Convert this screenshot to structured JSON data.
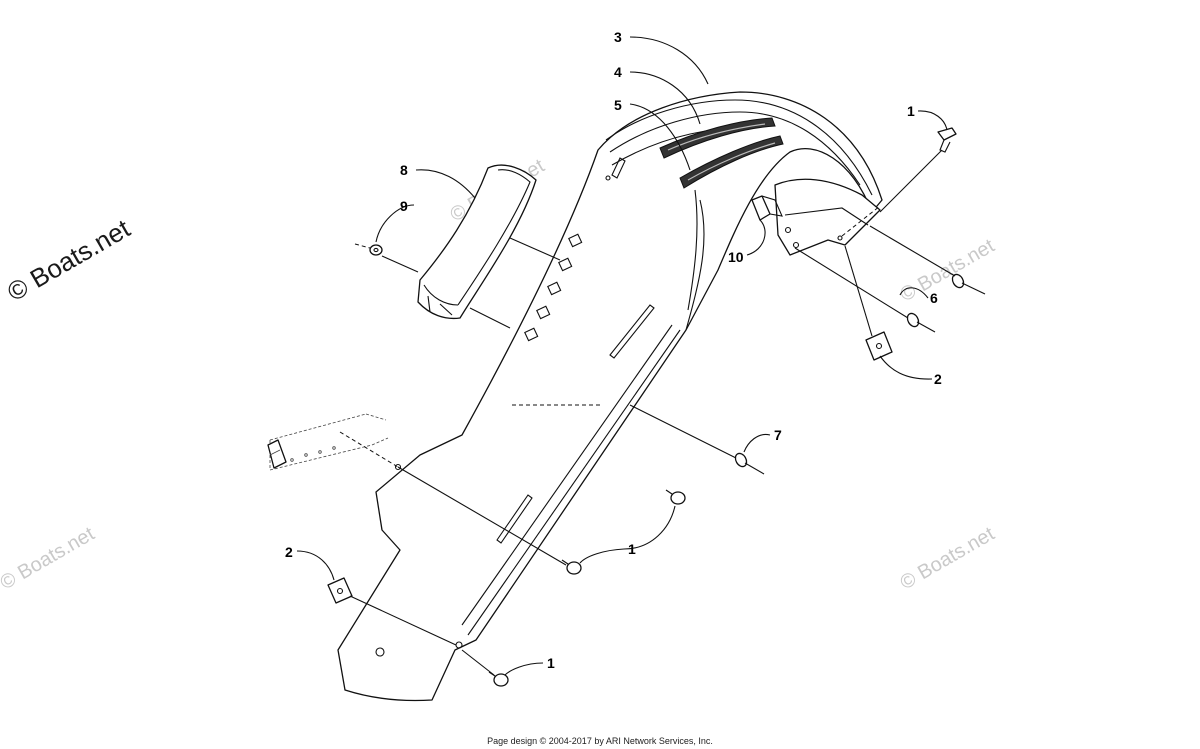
{
  "watermark": {
    "main_text": "© Boats.net",
    "tile_text": "© Boats.net"
  },
  "callouts": [
    {
      "id": "c3",
      "label": "3"
    },
    {
      "id": "c4",
      "label": "4"
    },
    {
      "id": "c5",
      "label": "5"
    },
    {
      "id": "c8",
      "label": "8"
    },
    {
      "id": "c9",
      "label": "9"
    },
    {
      "id": "c1a",
      "label": "1"
    },
    {
      "id": "c10",
      "label": "10"
    },
    {
      "id": "c6",
      "label": "6"
    },
    {
      "id": "c2a",
      "label": "2"
    },
    {
      "id": "c7",
      "label": "7"
    },
    {
      "id": "c1b",
      "label": "1"
    },
    {
      "id": "c2b",
      "label": "2"
    },
    {
      "id": "c1c",
      "label": "1"
    }
  ],
  "footer": {
    "copyright": "Page design © 2004-2017 by ARI Network Services, Inc."
  },
  "colors": {
    "line": "#111111",
    "watermark": "#c9c9c9",
    "background": "#ffffff"
  }
}
